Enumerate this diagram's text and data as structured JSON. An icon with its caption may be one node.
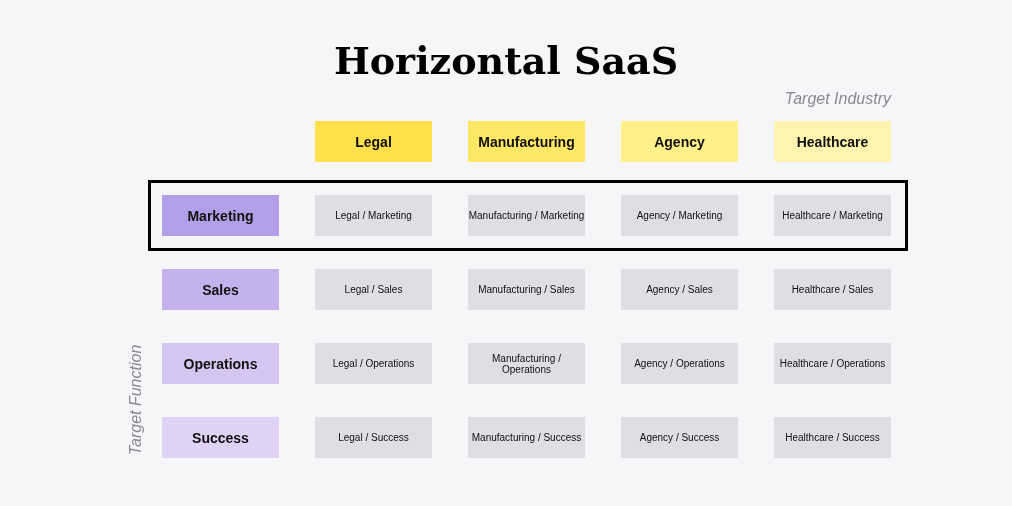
{
  "diagram": {
    "title": "Horizontal SaaS",
    "nodes": [
      {
        "text": [
          "Legal"
        ]
      },
      {
        "text": [
          "Manufacturing"
        ]
      },
      {
        "text": [
          "Agency"
        ]
      },
      {
        "text": [
          "Healthcare"
        ]
      },
      {
        "text": [
          "Marketing"
        ]
      },
      {
        "text": [
          "Legal / Marketing"
        ]
      },
      {
        "text": [
          "Manufacturing / Marketing"
        ]
      },
      {
        "text": [
          "Agency / Marketing"
        ]
      },
      {
        "text": [
          "Healthcare / Marketing"
        ]
      },
      {
        "text": [
          "Sales"
        ]
      },
      {
        "text": [
          "Legal / Sales"
        ]
      },
      {
        "text": [
          "Manufacturing / Sales"
        ]
      },
      {
        "text": [
          "Agency / Sales"
        ]
      },
      {
        "text": [
          "Healthcare / Sales"
        ]
      },
      {
        "text": [
          "Operations"
        ]
      },
      {
        "text": [
          "Legal / Operations"
        ]
      },
      {
        "text": [
          "Manufacturing / Operations"
        ]
      },
      {
        "text": [
          "Agency / Operations"
        ]
      },
      {
        "text": [
          "Healthcare / Operations"
        ]
      },
      {
        "text": [
          "Success"
        ]
      },
      {
        "text": [
          "Legal / Success"
        ]
      },
      {
        "text": [
          "Manufacturing / Success"
        ]
      },
      {
        "text": [
          "Agency / Success"
        ]
      },
      {
        "text": [
          "Healthcare / Success"
        ]
      }
    ],
    "labels": [
      "Target Industry",
      "Target Function"
    ]
  }
}
